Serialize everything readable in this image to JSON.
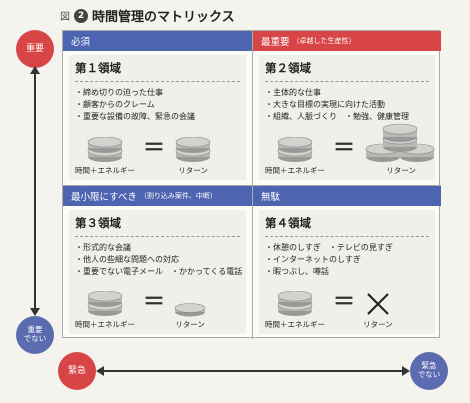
{
  "figure": {
    "prefix": "図",
    "number": "2",
    "title": "時間管理のマトリックス"
  },
  "axes": {
    "important": "重要",
    "not_important": [
      "重要",
      "でない"
    ],
    "urgent": "緊急",
    "not_urgent": [
      "緊急",
      "でない"
    ]
  },
  "quadrants": [
    {
      "header": "必須",
      "header_note": "",
      "title": "第１領域",
      "items": [
        "・締め切りの迫った仕事",
        "・顧客からのクレーム",
        "・重要な設備の故障、緊急の会議"
      ],
      "equation": {
        "left": "時間＋エネルギー",
        "sign": "＝",
        "right": "リターン"
      }
    },
    {
      "header": "最重要",
      "header_note": "（卓越した生産性）",
      "title": "第２領域",
      "items": [
        "・主体的な仕事",
        "・大きな目標の実現に向けた活動",
        "・組織、人脈づくり　・勉強、健康管理"
      ],
      "equation": {
        "left": "時間＋エネルギー",
        "sign": "＝",
        "right": "リターン"
      }
    },
    {
      "header": "最小限にすべき",
      "header_note": "（割り込み案件、中断）",
      "title": "第３領域",
      "items": [
        "・形式的な会議",
        "・他人の些細な問題への対応",
        "・重要でない電子メール　・かかってくる電話"
      ],
      "equation": {
        "left": "時間＋エネルギー",
        "sign": "＝",
        "right": "リターン"
      }
    },
    {
      "header": "無駄",
      "header_note": "",
      "title": "第４領域",
      "items": [
        "・休憩のしすぎ　・テレビの見すぎ",
        "・インターネットのしすぎ",
        "・暇つぶし、噂話"
      ],
      "equation": {
        "left": "時間＋エネルギー",
        "sign": "＝",
        "right": "リターン"
      }
    }
  ],
  "colors": {
    "red": "#d84546",
    "blue": "#4d64b0",
    "coin": "#b9b9b4"
  }
}
